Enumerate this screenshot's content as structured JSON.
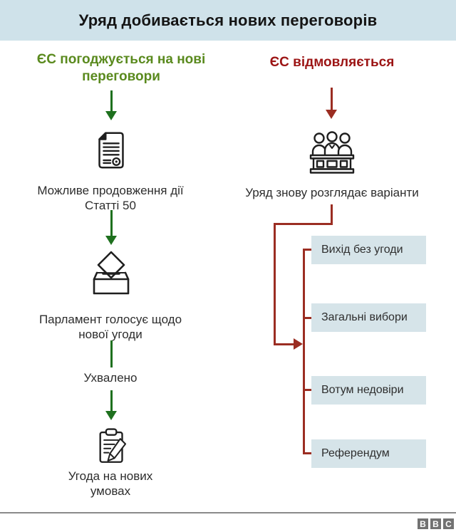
{
  "header": {
    "title": "Уряд добивається нових переговорів"
  },
  "colors": {
    "header_bg": "#cfe2ea",
    "option_box_bg": "#d6e4e9",
    "green_heading": "#5a8a1e",
    "green_arrow": "#1e701e",
    "red_heading": "#9c1414",
    "red_line": "#9b2d22",
    "body_text": "#2d2d2d",
    "footer_gray": "#727272"
  },
  "left": {
    "heading_line1": "ЄС погоджується на нові",
    "heading_line2": "переговори",
    "steps": [
      {
        "icon": "document-icon",
        "line1": "Можливе продовження дії",
        "line2": "Статті 50"
      },
      {
        "icon": "ballot-box-icon",
        "line1": "Парламент голосує щодо",
        "line2": "нової угоди"
      },
      {
        "icon": "signed-agreement-icon",
        "line1": "Угода на нових",
        "line2": "умовах"
      }
    ],
    "arrow_caption": "Ухвалено"
  },
  "right": {
    "heading": "ЄС відмовляється",
    "icon": "parliament-panel-icon",
    "step_label": "Уряд знову розглядає варіанти",
    "options": [
      "Вихід без угоди",
      "Загальні вибори",
      "Вотум недовіри",
      "Референдум"
    ]
  },
  "footer": {
    "logo_blocks": [
      "B",
      "B",
      "C"
    ]
  }
}
